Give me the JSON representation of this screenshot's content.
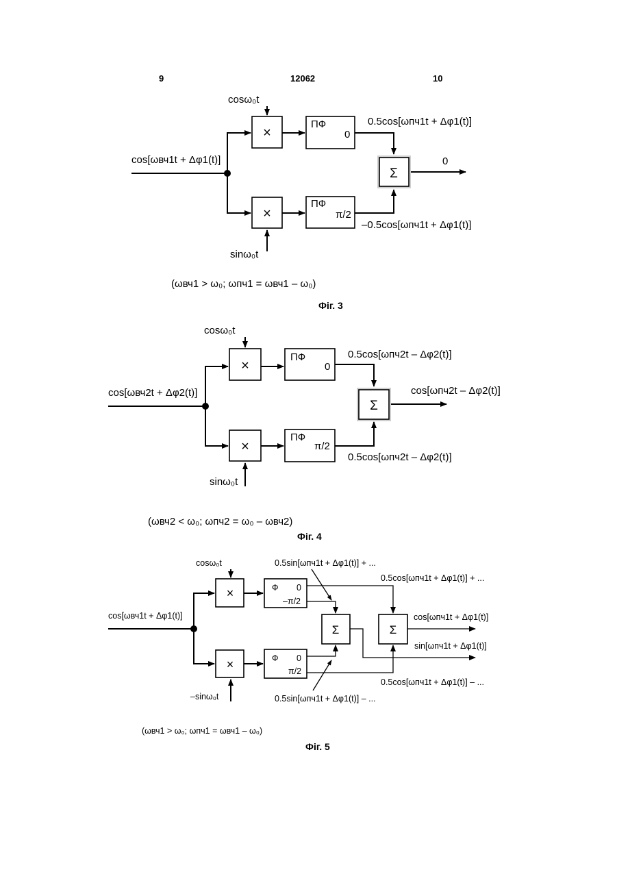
{
  "header": {
    "page_left": "9",
    "doc_number": "12062",
    "page_right": "10"
  },
  "fig3": {
    "cos_lo": "cosω₀t",
    "sin_lo": "sinω₀t",
    "input": "cos[ωвч1t + Δφ1(t)]",
    "mult": "×",
    "filter_top_name": "ПФ",
    "filter_top_phase": "0",
    "filter_bot_name": "ПФ",
    "filter_bot_phase": "π/2",
    "sum": "Σ",
    "out_top": "0.5cos[ωпч1t + Δφ1(t)]",
    "out_bot": "–0.5cos[ωпч1t + Δφ1(t)]",
    "output": "0",
    "condition": "(ωвч1 > ω₀;  ωпч1 = ωвч1 – ω₀)",
    "caption": "Фіг. 3"
  },
  "fig4": {
    "cos_lo": "cosω₀t",
    "sin_lo": "sinω₀t",
    "input": "cos[ωвч2t + Δφ2(t)]",
    "mult": "×",
    "filter_top_name": "ПФ",
    "filter_top_phase": "0",
    "filter_bot_name": "ПФ",
    "filter_bot_phase": "π/2",
    "sum": "Σ",
    "out_top": "0.5cos[ωпч2t – Δφ2(t)]",
    "out_bot": "0.5cos[ωпч2t – Δφ2(t)]",
    "output": "cos[ωпч2t – Δφ2(t)]",
    "condition": "(ωвч2 < ω₀;  ωпч2 = ω₀ – ωвч2)",
    "caption": "Фіг. 4"
  },
  "fig5": {
    "cos_lo": "cosω₀t",
    "sin_lo": "–sinω₀t",
    "input": "cos[ωвч1t + Δφ1(t)]",
    "mult": "×",
    "filter_top_name": "Ф",
    "filter_top_phase0": "0",
    "filter_top_phase1": "–π/2",
    "filter_bot_name": "Ф",
    "filter_bot_phase0": "0",
    "filter_bot_phase1": "π/2",
    "sum": "Σ",
    "note_top_sin": "0.5sin[ωпч1t + Δφ1(t)] + ...",
    "note_top_cos": "0.5cos[ωпч1t + Δφ1(t)] + ...",
    "note_bot_cos": "0.5cos[ωпч1t + Δφ1(t)] – ...",
    "note_bot_sin": "0.5sin[ωпч1t + Δφ1(t)] – ...",
    "out_cos": "cos[ωпч1t + Δφ1(t)]",
    "out_sin": "sin[ωпч1t + Δφ1(t)]",
    "condition": "(ωвч1 > ω₀;  ωпч1 = ωвч1 – ω₀)",
    "caption": "Фіг. 5"
  }
}
